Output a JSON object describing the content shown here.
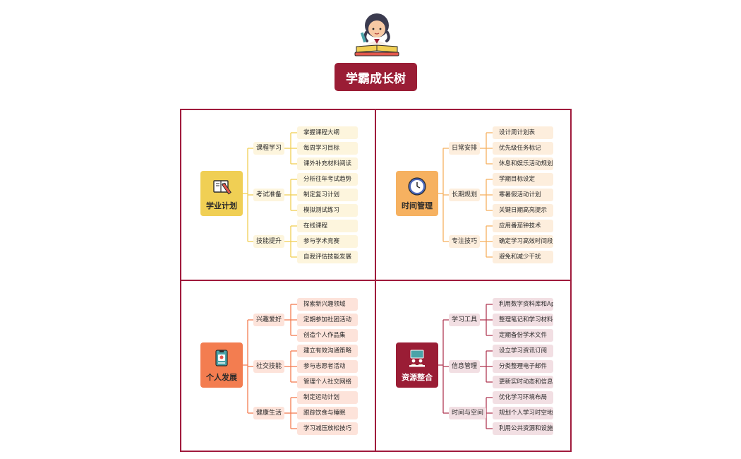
{
  "header": {
    "title": "学霸成长树"
  },
  "colors": {
    "title_bg": "#9a1d35",
    "border": "#a01a3c"
  },
  "quadrants": [
    {
      "root": "学业计划",
      "icon": "book-icon",
      "root_bg": "#f0cf54",
      "root_fg": "#2a2a2a",
      "line": "#f0cf54",
      "leaf_bg": "#fdf5dd",
      "branches": [
        {
          "label": "课程学习",
          "leaves": [
            "掌握课程大纲",
            "每周学习目标",
            "课外补充材料阅读"
          ]
        },
        {
          "label": "考试准备",
          "leaves": [
            "分析往年考试趋势",
            "制定复习计划",
            "模拟测试练习"
          ]
        },
        {
          "label": "技能提升",
          "leaves": [
            "在线课程",
            "参与学术竞赛",
            "自我评估技能发展"
          ]
        }
      ]
    },
    {
      "root": "时间管理",
      "icon": "clock-icon",
      "root_bg": "#f6b160",
      "root_fg": "#2a2a2a",
      "line": "#f6b160",
      "leaf_bg": "#fdeedd",
      "branches": [
        {
          "label": "日常安排",
          "leaves": [
            "设计周计划表",
            "优先级任务标记",
            "休息和娱乐活动规划"
          ]
        },
        {
          "label": "长期规划",
          "leaves": [
            "学期目标设定",
            "寒暑假活动计划",
            "关键日期高亮提示"
          ]
        },
        {
          "label": "专注技巧",
          "leaves": [
            "应用番茄钟技术",
            "确定学习高效时间段",
            "避免和减少干扰"
          ]
        }
      ]
    },
    {
      "root": "个人发展",
      "icon": "badge-icon",
      "root_bg": "#f37d50",
      "root_fg": "#2a2a2a",
      "line": "#f37d50",
      "leaf_bg": "#fde3da",
      "branches": [
        {
          "label": "兴趣爱好",
          "leaves": [
            "探索新兴趣领域",
            "定期参加社团活动",
            "创造个人作品集"
          ]
        },
        {
          "label": "社交技能",
          "leaves": [
            "建立有效沟通策略",
            "参与志愿者活动",
            "管理个人社交网络"
          ]
        },
        {
          "label": "健康生活",
          "leaves": [
            "制定运动计划",
            "跟踪饮食与睡眠",
            "学习减压放松技巧"
          ]
        }
      ]
    },
    {
      "root": "资源整合",
      "icon": "presentation-icon",
      "root_bg": "#9a1d35",
      "root_fg": "#ffffff",
      "line": "#b03a55",
      "leaf_bg": "#f2dfe3",
      "branches": [
        {
          "label": "学习工具",
          "leaves": [
            "利用数字资料库和App",
            "整理笔记和学习材料",
            "定期备份学术文件"
          ]
        },
        {
          "label": "信息管理",
          "leaves": [
            "设立学习资讯订阅",
            "分类整理电子邮件",
            "更新实时动态和信息"
          ]
        },
        {
          "label": "时间与空间",
          "leaves": [
            "优化学习环境布局",
            "规划个人学习时空地图",
            "利用公共资源和设施"
          ]
        }
      ]
    }
  ]
}
